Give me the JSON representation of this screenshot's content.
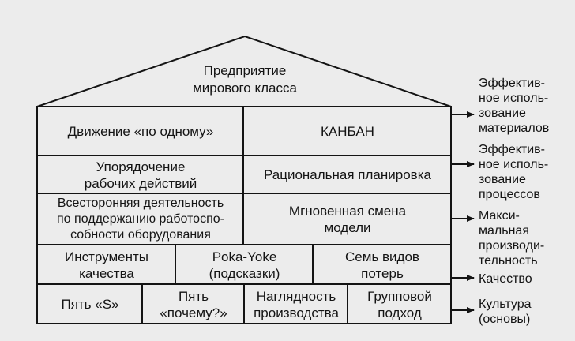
{
  "house": {
    "roof": "Предприятие\nмирового класса",
    "rows": [
      [
        "Движение «по одному»",
        "КАНБАН"
      ],
      [
        "Упорядочение\nрабочих действий",
        "Рациональная планировка"
      ],
      [
        "Всесторонняя деятельность\nпо поддержанию работоспо-\nсобности оборудования",
        "Мгновенная смена\nмодели"
      ],
      [
        "Инструменты\nкачества",
        "Poka-Yoke\n(подсказки)",
        "Семь видов\nпотерь"
      ],
      [
        "Пять «S»",
        "Пять\n«почему?»",
        "Наглядность\nпроизводства",
        "Групповой\nподход"
      ]
    ]
  },
  "results": [
    "Эффектив-\nное исполь-\nзование\nматериалов",
    "Эффектив-\nное исполь-\nзование\nпроцессов",
    "Макси-\nмальная\nпроизводи-\nтельность",
    "Качество",
    "Культура\n(основы)"
  ]
}
